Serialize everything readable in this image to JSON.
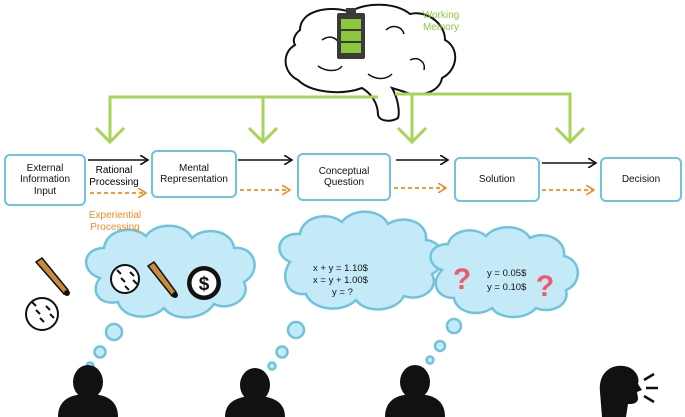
{
  "working_memory": {
    "label": "Working\nMemory"
  },
  "boxes": {
    "external": "External\nInformation\nInput",
    "mental": "Mental\nRepresentation",
    "conceptual": "Conceptual\nQuestion",
    "solution": "Solution",
    "decision": "Decision"
  },
  "processing": {
    "rational": "Rational\nProcessing",
    "experiential": "Experiential\nProcessing"
  },
  "equations": {
    "lines": [
      "x + y = 1.10$",
      "x = y + 1.00$",
      "y  = ?"
    ]
  },
  "solutions": {
    "wrong": "y = 0.05$",
    "right": "y = 0.10$"
  },
  "colors": {
    "box_border": "#6fc3dc",
    "working_memory": "#8cc83c",
    "experiential": "#f28c1e",
    "question_mark": "#ef5a6e"
  },
  "icons": [
    "brain-icon",
    "battery-icon",
    "baseball-bat-icon",
    "baseball-icon",
    "dollar-coin-icon",
    "question-mark-icon",
    "person-head-icon",
    "speaking-head-icon"
  ]
}
